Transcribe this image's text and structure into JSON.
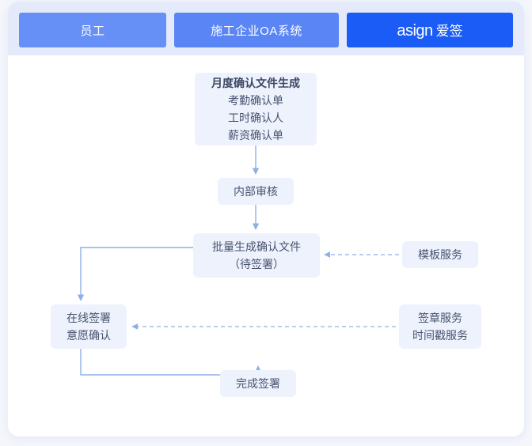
{
  "header": {
    "lanes": [
      {
        "label": "员工",
        "color": "#6790f7",
        "name": "lane-employee"
      },
      {
        "label": "施工企业OA系统",
        "color": "#5a85f5",
        "name": "lane-oa-system"
      },
      {
        "label": "asign",
        "label_cn": "爱签",
        "color": "#1a5cf5",
        "name": "lane-asign-brand"
      }
    ]
  },
  "diagram": {
    "type": "flowchart",
    "node_fill": "#eef2fd",
    "line_color": "#8cb0e6",
    "nodes": {
      "monthly": {
        "title": "月度确认文件生成",
        "lines": [
          "考勤确认单",
          "工时确认人",
          "薪资确认单"
        ]
      },
      "review": {
        "title": "内部审核"
      },
      "batch": {
        "title": "批量生成确认文件",
        "sub": "（待签署）"
      },
      "template": {
        "title": "模板服务"
      },
      "sign": {
        "title": "在线签署",
        "sub": "意愿确认"
      },
      "service": {
        "title": "签章服务",
        "sub": "时间戳服务"
      },
      "done": {
        "title": "完成签署"
      }
    },
    "edges": [
      {
        "from": "monthly",
        "to": "review",
        "style": "solid",
        "name": "edge-monthly-to-review"
      },
      {
        "from": "review",
        "to": "batch",
        "style": "solid",
        "name": "edge-review-to-batch"
      },
      {
        "from": "batch",
        "to": "sign",
        "style": "solid",
        "name": "edge-batch-to-sign"
      },
      {
        "from": "sign",
        "to": "done",
        "style": "solid",
        "name": "edge-sign-to-done"
      },
      {
        "from": "template",
        "to": "batch",
        "style": "dashed",
        "name": "edge-template-to-batch"
      },
      {
        "from": "service",
        "to": "sign",
        "style": "dashed",
        "name": "edge-service-to-sign"
      }
    ]
  }
}
